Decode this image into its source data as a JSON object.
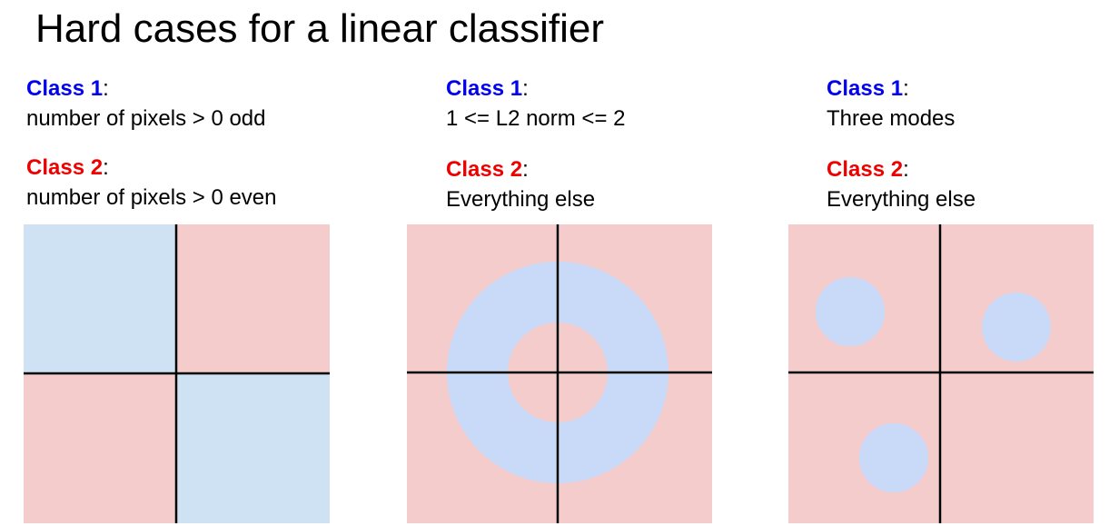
{
  "title": "Hard cases for a linear classifier",
  "colors": {
    "class1_label": "#0000ee",
    "class2_label": "#ee0000",
    "class1_region": "#c9daf8",
    "class2_region": "#f4cccc",
    "class1_region_alt": "#cfe2f3",
    "axis": "#000000"
  },
  "panels": [
    {
      "class1": {
        "name": "Class 1",
        "colon": ":",
        "desc": "number of pixels > 0 odd"
      },
      "class2": {
        "name": "Class 2",
        "colon": ":",
        "desc": "number of pixels > 0 even"
      }
    },
    {
      "class1": {
        "name": "Class 1",
        "colon": ":",
        "desc": "1 <= L2 norm <= 2"
      },
      "class2": {
        "name": "Class 2",
        "colon": ":",
        "desc": "Everything else"
      }
    },
    {
      "class1": {
        "name": "Class 1",
        "colon": ":",
        "desc": "Three modes"
      },
      "class2": {
        "name": "Class 2",
        "colon": ":",
        "desc": "Everything else"
      }
    }
  ]
}
